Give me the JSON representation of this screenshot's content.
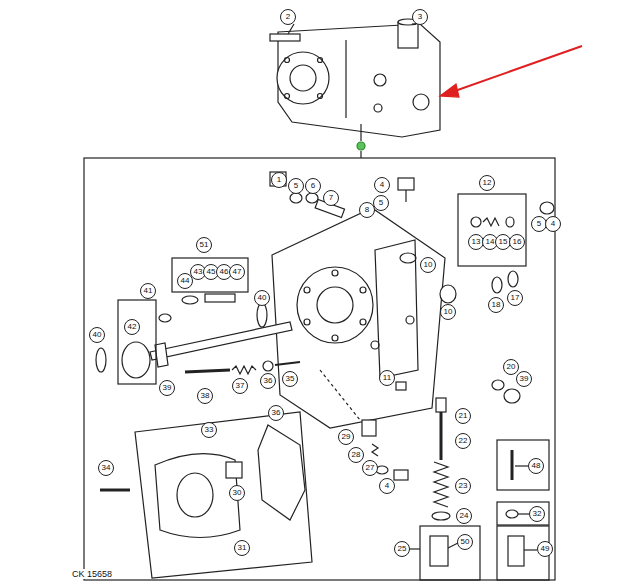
{
  "diagram": {
    "labels": [
      "2",
      "3",
      "1",
      "5",
      "6",
      "7",
      "8",
      "4",
      "5",
      "12",
      "13",
      "14",
      "15",
      "16",
      "5",
      "4",
      "10",
      "18",
      "17",
      "10",
      "51",
      "44",
      "43",
      "45",
      "46",
      "47",
      "41",
      "42",
      "40",
      "40",
      "39",
      "38",
      "37",
      "36",
      "35",
      "11",
      "20",
      "39",
      "21",
      "22",
      "23",
      "24",
      "29",
      "28",
      "27",
      "4",
      "34",
      "33",
      "30",
      "31",
      "36",
      "48",
      "32",
      "25",
      "50",
      "49",
      "CK 15658"
    ]
  }
}
